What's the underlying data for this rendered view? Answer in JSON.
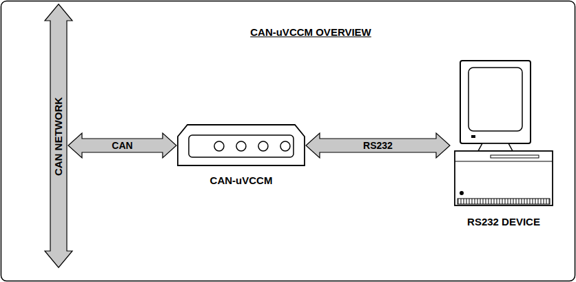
{
  "diagram": {
    "title": "CAN-uVCCM OVERVIEW",
    "nodes": [
      {
        "text": [
          "CAN NETWORK"
        ]
      },
      {
        "text": [
          "CAN-uVCCM"
        ]
      },
      {
        "text": [
          "RS232 DEVICE"
        ]
      }
    ],
    "edges": [
      {
        "from": 0,
        "to": 1,
        "arrow": "both",
        "label": "CAN"
      },
      {
        "from": 1,
        "to": 2,
        "arrow": "both",
        "label": "RS232"
      }
    ]
  }
}
